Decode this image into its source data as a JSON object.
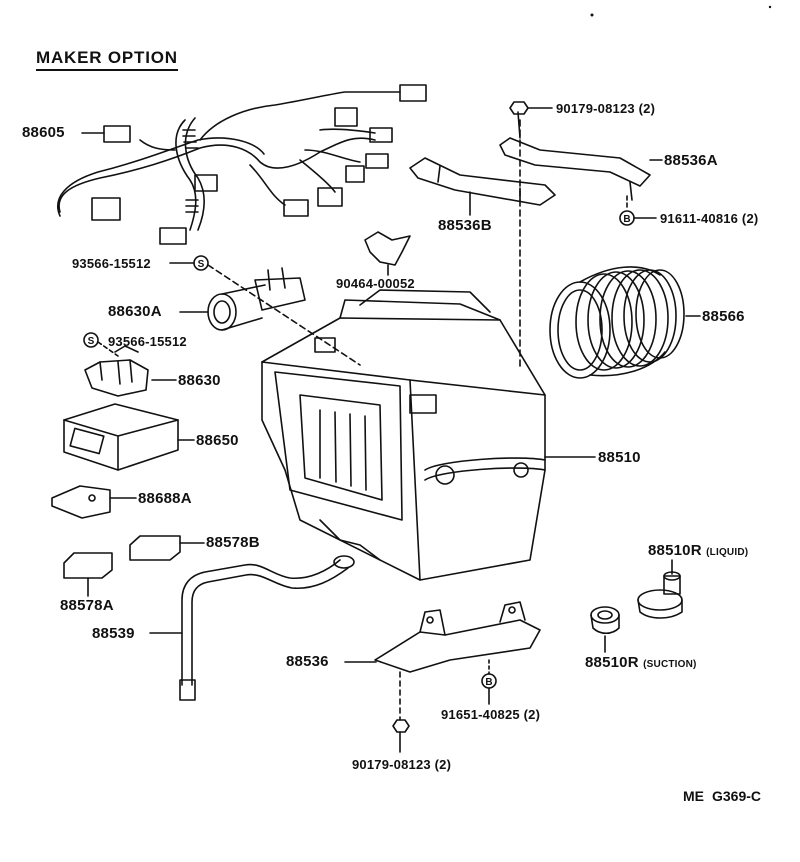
{
  "title": "MAKER OPTION",
  "reference": {
    "code_a": "ME",
    "code_b": "G369-C"
  },
  "callout_markers": {
    "s": "S",
    "b": "B"
  },
  "parts": {
    "p88605": "88605",
    "p93566_a": "93566-15512",
    "p88630A": "88630A",
    "p93566_b": "93566-15512",
    "p88630": "88630",
    "p88650": "88650",
    "p88688A": "88688A",
    "p88578B": "88578B",
    "p88578A": "88578A",
    "p88539": "88539",
    "p88536": "88536",
    "p91651": "91651-40825 (2)",
    "p90179_bottom": "90179-08123 (2)",
    "p90464": "90464-00052",
    "p88536B": "88536B",
    "p90179_top": "90179-08123 (2)",
    "p88536A": "88536A",
    "p91611": "91611-40816 (2)",
    "p88566": "88566",
    "p88510": "88510",
    "p88510R_liquid": "88510R",
    "liquid_note": "(LIQUID)",
    "p88510R_suction": "88510R",
    "suction_note": "(SUCTION)"
  }
}
